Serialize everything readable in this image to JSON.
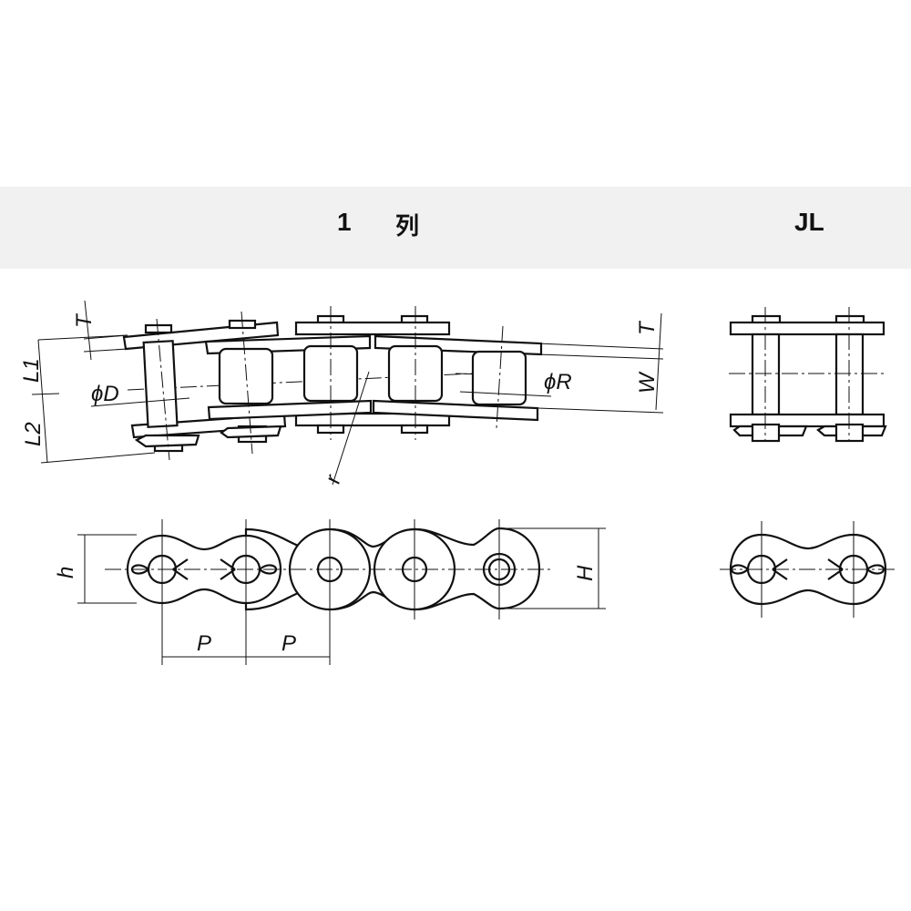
{
  "header": {
    "title_number": "1",
    "title_kanji": "列",
    "jl_title": "JL"
  },
  "dimensions": {
    "T": "T",
    "L1": "L1",
    "L2": "L2",
    "phiD": "ϕD",
    "phiR": "ϕR",
    "W": "W",
    "r": "r",
    "h": "h",
    "H": "H",
    "P": "P"
  }
}
